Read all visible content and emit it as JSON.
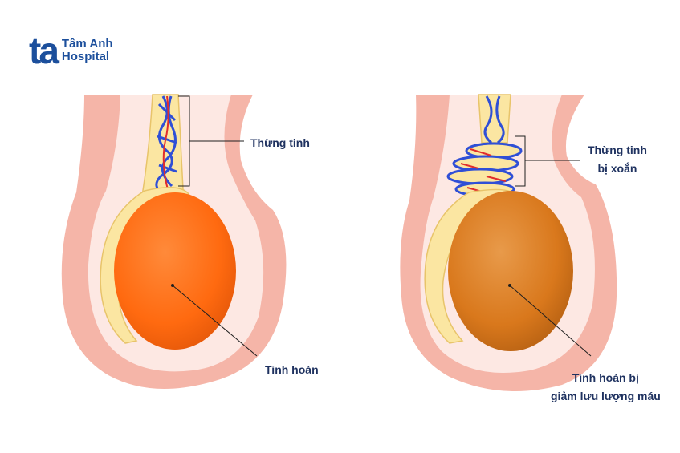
{
  "logo": {
    "mark": "ta",
    "line1": "Tâm Anh",
    "line2": "Hospital"
  },
  "labels": {
    "left_spermatic_cord": "Thừng tinh",
    "left_testis": "Tinh hoàn",
    "right_spermatic_cord_line1": "Thừng tinh",
    "right_spermatic_cord_line2": "bị xoắn",
    "right_testis_line1": "Tinh hoàn bị",
    "right_testis_line2": "giảm lưu lượng máu"
  },
  "colors": {
    "skin": "#f5b5a8",
    "skin_inner": "#fde8e3",
    "testis_normal": "#ff6a10",
    "testis_reduced": "#d9781c",
    "epididymis": "#fbe6a2",
    "vein": "#2f4fd6",
    "artery": "#e12d2d",
    "brand": "#1c4f9c",
    "label": "#1f3260"
  }
}
